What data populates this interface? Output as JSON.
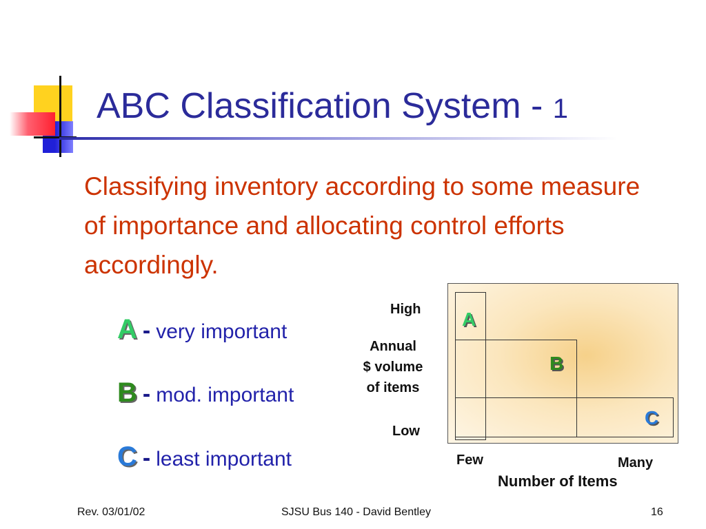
{
  "slide": {
    "title_main": "ABC Classification System -",
    "title_num": "1",
    "description": "Classifying inventory according to some measure of importance and allocating control efforts accordingly."
  },
  "legend": [
    {
      "letter": "A",
      "dash": "-",
      "text": "very important"
    },
    {
      "letter": "B",
      "dash": "-",
      "text": "mod. important"
    },
    {
      "letter": "C",
      "dash": "-",
      "text": "least important"
    }
  ],
  "diagram": {
    "y_high": "High",
    "y_low": "Low",
    "y_label": "Annual\n$ volume\nof items",
    "x_few": "Few",
    "x_many": "Many",
    "x_label": "Number of Items",
    "labels": {
      "a": "A",
      "b": "B",
      "c": "C"
    }
  },
  "footer": {
    "left": "Rev. 03/01/02",
    "center": "SJSU Bus 140 - David Bentley",
    "right": "16"
  }
}
